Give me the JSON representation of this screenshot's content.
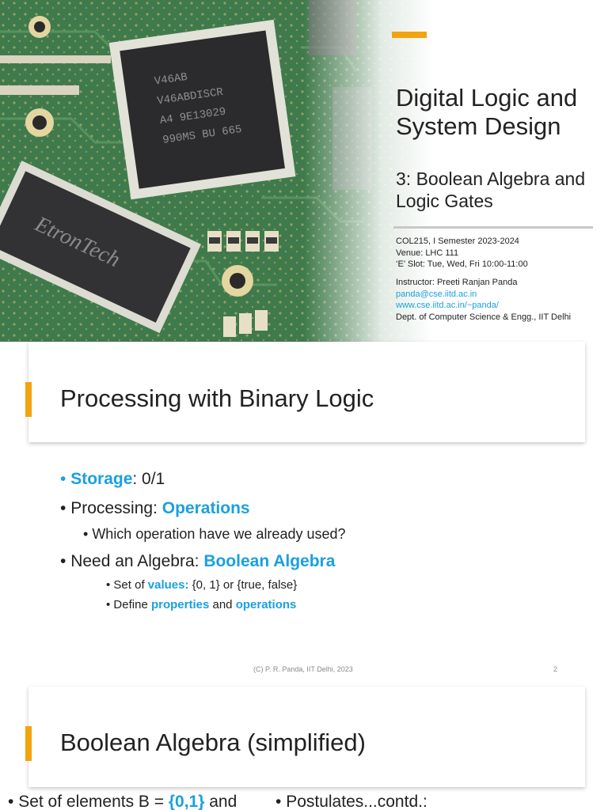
{
  "slide1": {
    "title": "Digital Logic and System Design",
    "subtitle": "3: Boolean Algebra and Logic Gates",
    "course": "COL215, I Semester 2023-2024",
    "venue": "Venue: LHC 111",
    "slot": "‘E’ Slot: Tue, Wed, Fri 10:00-11:00",
    "instructor": "Instructor: Preeti Ranjan Panda",
    "email": "panda@cse.iitd.ac.in",
    "website": "www.cse.iitd.ac.in/~panda/",
    "dept": "Dept. of Computer Science & Engg., IIT Delhi",
    "image_name": "circuit-board-photo",
    "accent_color": "#f2a30f",
    "link_color": "#1aa0e0"
  },
  "slide2": {
    "title": "Processing with Binary Logic",
    "b1_strong": "Storage",
    "b1_rest": ": 0/1",
    "b2_pre": "Processing: ",
    "b2_strong": "Operations",
    "b2_sub": "Which operation have we already used?",
    "b3_pre": "Need an Algebra: ",
    "b3_strong": "Boolean Algebra",
    "b3_sub1_pre": "Set of ",
    "b3_sub1_strong": "values:",
    "b3_sub1_rest": " {0, 1} or {true, false}",
    "b3_sub2_pre": "Define ",
    "b3_sub2_strong1": "properties",
    "b3_sub2_mid": " and ",
    "b3_sub2_strong2": "operations",
    "footer": "(C) P. R. Panda, IIT Delhi, 2023",
    "page_number": "2"
  },
  "slide3": {
    "title": "Boolean Algebra (simplified)",
    "left_pre": "Set of elements B = ",
    "left_strong": "{0,1}",
    "left_post": " and",
    "right_text": "Postulates...contd.:"
  }
}
